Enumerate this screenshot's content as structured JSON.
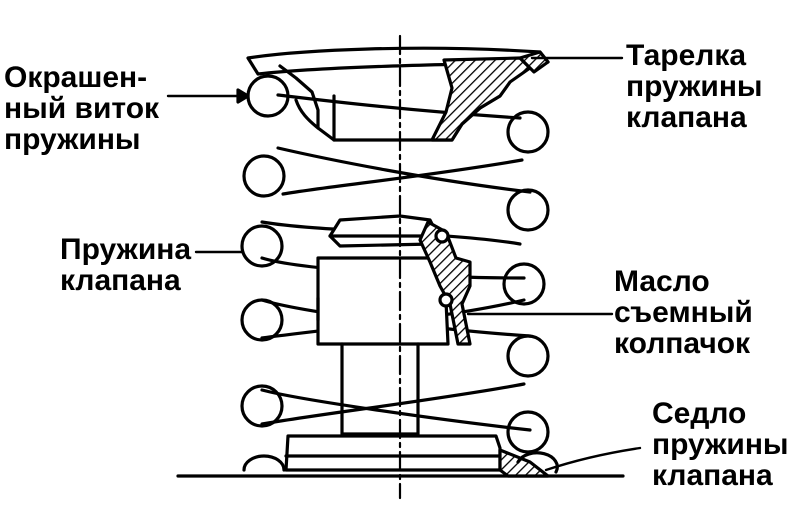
{
  "colors": {
    "ink": "#000000",
    "paper": "#ffffff"
  },
  "labels": {
    "painted_coil": [
      "Окрашен-",
      "ный виток",
      "пружины"
    ],
    "spring_retainer": [
      "Тарелка",
      "пружины",
      "клапана"
    ],
    "valve_spring": [
      "Пружина",
      "клапана"
    ],
    "oil_seal": [
      "Масло",
      "съемный",
      "колпачок"
    ],
    "spring_seat": [
      "Седло",
      "пружины",
      "клапана"
    ]
  }
}
